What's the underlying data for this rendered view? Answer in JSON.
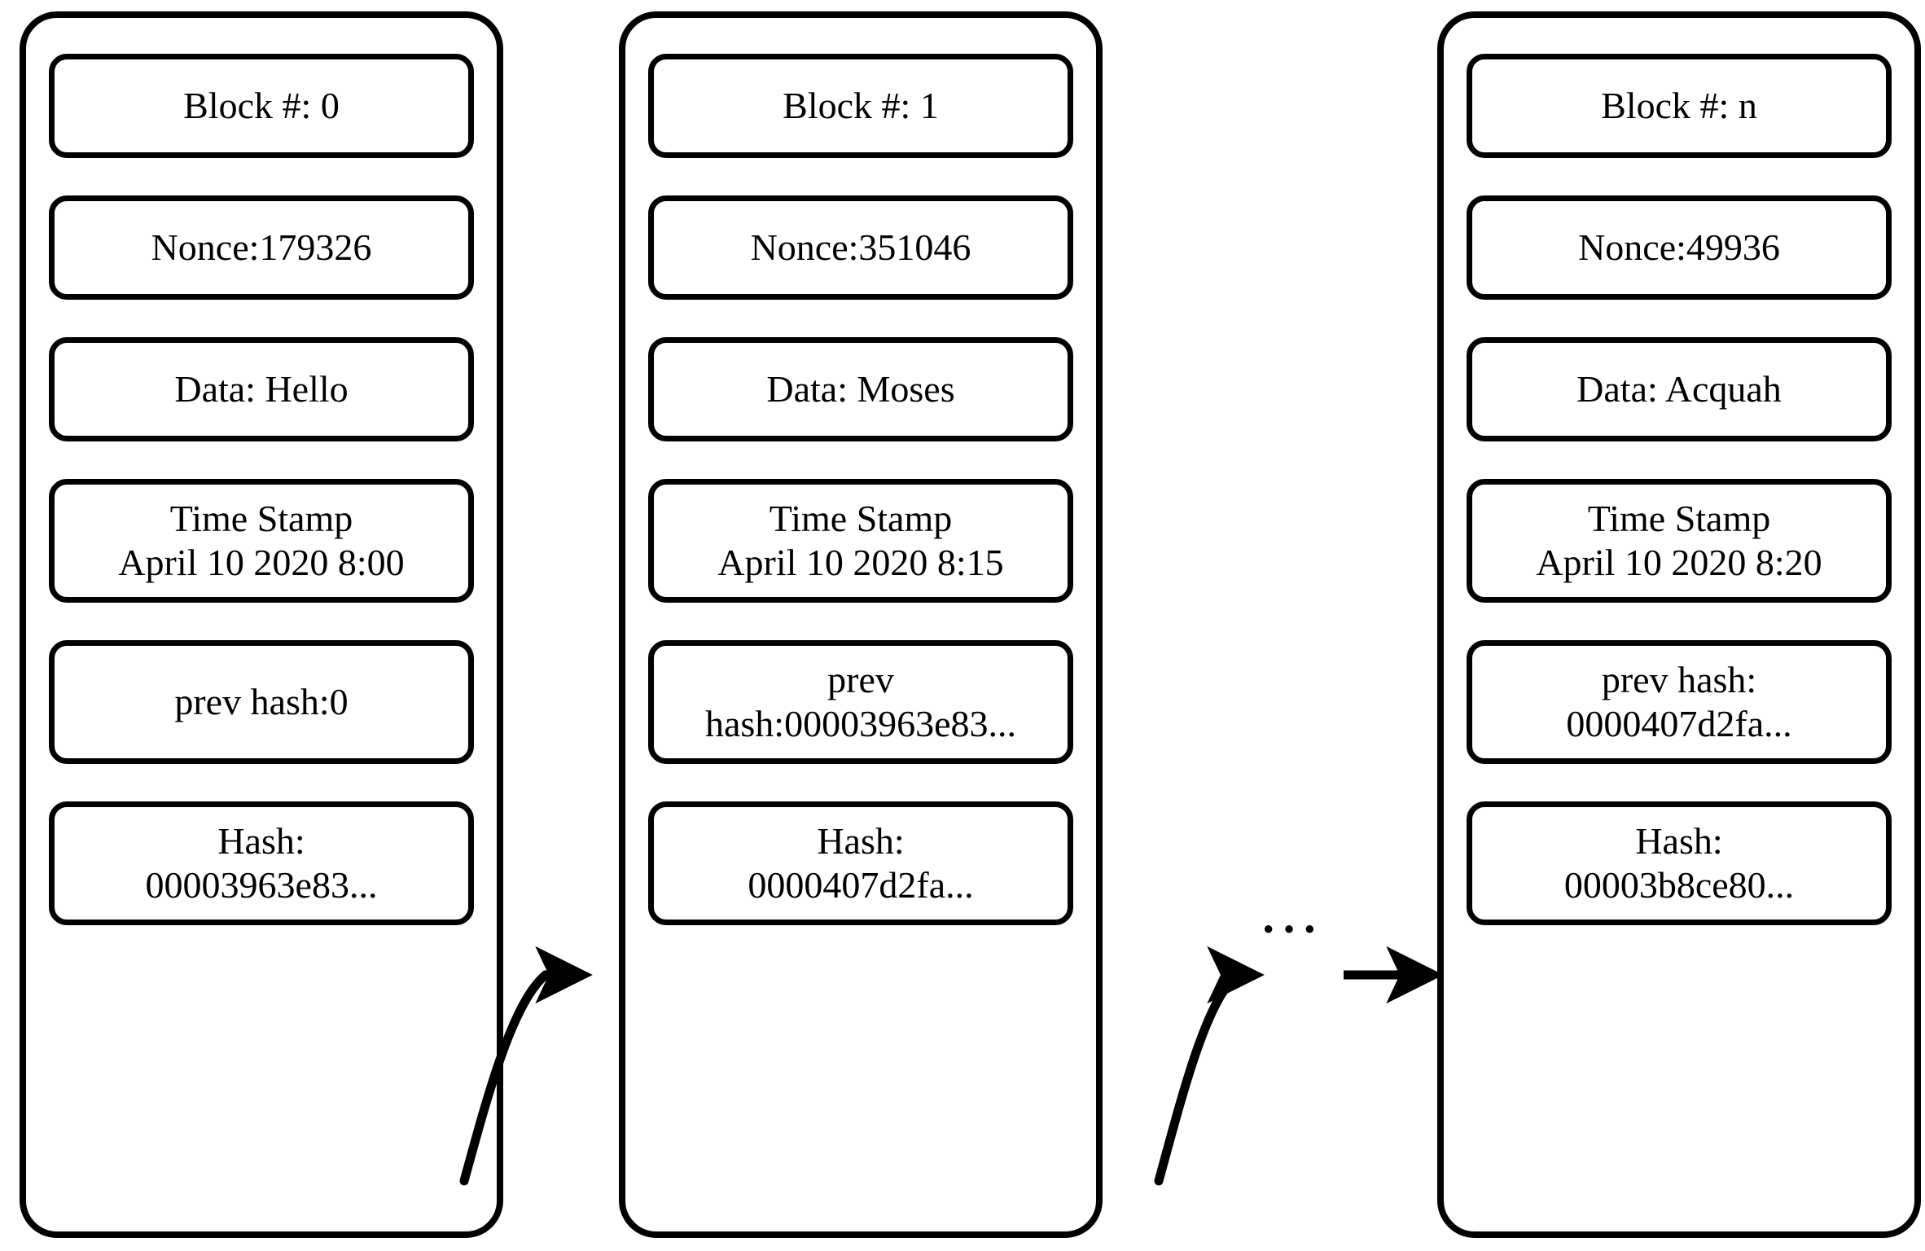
{
  "diagram": {
    "title": "Blockchain block structure",
    "stroke_color": "#000000",
    "background_color": "#ffffff",
    "ellipsis": "···"
  },
  "blocks": [
    {
      "id": "block-0",
      "block_number_label": "Block #: 0",
      "nonce_label": "Nonce:179326",
      "data_label": "Data: Hello",
      "timestamp_title": "Time Stamp",
      "timestamp_value": "April 10 2020 8:00",
      "prev_hash_line1": "prev hash:0",
      "prev_hash_line2": "",
      "hash_line1": "Hash:",
      "hash_line2": "00003963e83..."
    },
    {
      "id": "block-1",
      "block_number_label": "Block #: 1",
      "nonce_label": "Nonce:351046",
      "data_label": "Data: Moses",
      "timestamp_title": "Time Stamp",
      "timestamp_value": "April 10 2020 8:15",
      "prev_hash_line1": "prev",
      "prev_hash_line2": "hash:00003963e83...",
      "hash_line1": "Hash:",
      "hash_line2": "0000407d2fa..."
    },
    {
      "id": "block-n",
      "block_number_label": "Block #: n",
      "nonce_label": "Nonce:49936",
      "data_label": "Data: Acquah",
      "timestamp_title": "Time Stamp",
      "timestamp_value": "April 10 2020 8:20",
      "prev_hash_line1": "prev hash:",
      "prev_hash_line2": "0000407d2fa...",
      "hash_line1": "Hash:",
      "hash_line2": "00003b8ce80..."
    }
  ],
  "connectors": [
    {
      "id": "arrow-block0-to-block1",
      "from": "block-0-hash",
      "to": "block-1",
      "style": "curved"
    },
    {
      "id": "arrow-block1-to-ellipsis",
      "from": "block-1-hash",
      "to": "chain-ellipsis",
      "style": "curved"
    },
    {
      "id": "arrow-ellipsis-to-blockn",
      "from": "chain-ellipsis",
      "to": "block-n",
      "style": "straight"
    }
  ]
}
